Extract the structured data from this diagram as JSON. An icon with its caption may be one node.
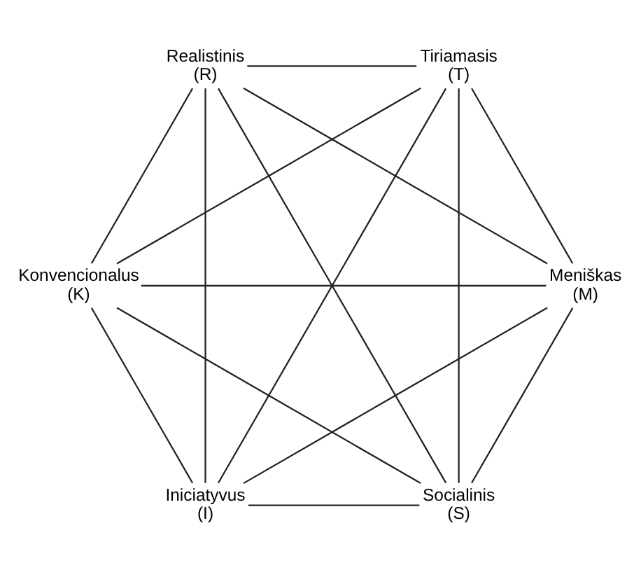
{
  "diagram": {
    "nodes": [
      {
        "text": [
          "Realistinis",
          "(R)"
        ]
      },
      {
        "text": [
          "Tiriamasis",
          "(T)"
        ]
      },
      {
        "text": [
          "Konvencionalus",
          "(K)"
        ]
      },
      {
        "text": [
          "Meniškas",
          "(M)"
        ]
      },
      {
        "text": [
          "Iniciatyvus",
          "(I)"
        ]
      },
      {
        "text": [
          "Socialinis",
          "(S)"
        ]
      }
    ],
    "edges": [
      {
        "from": 5,
        "to": 3,
        "arrow": "none"
      },
      {
        "from": 3,
        "to": 2,
        "arrow": "none"
      },
      {
        "from": 2,
        "to": 0,
        "arrow": "none"
      },
      {
        "from": 0,
        "to": 1,
        "arrow": "none"
      },
      {
        "from": 1,
        "to": 4,
        "arrow": "none"
      },
      {
        "from": 4,
        "to": 5,
        "arrow": "none"
      },
      {
        "from": 5,
        "to": 2,
        "arrow": "none"
      },
      {
        "from": 5,
        "to": 0,
        "arrow": "none"
      },
      {
        "from": 5,
        "to": 1,
        "arrow": "none"
      },
      {
        "from": 3,
        "to": 0,
        "arrow": "none"
      },
      {
        "from": 3,
        "to": 1,
        "arrow": "none"
      },
      {
        "from": 3,
        "to": 4,
        "arrow": "none"
      },
      {
        "from": 2,
        "to": 1,
        "arrow": "none"
      },
      {
        "from": 2,
        "to": 4,
        "arrow": "none"
      },
      {
        "from": 0,
        "to": 4,
        "arrow": "none"
      }
    ]
  }
}
